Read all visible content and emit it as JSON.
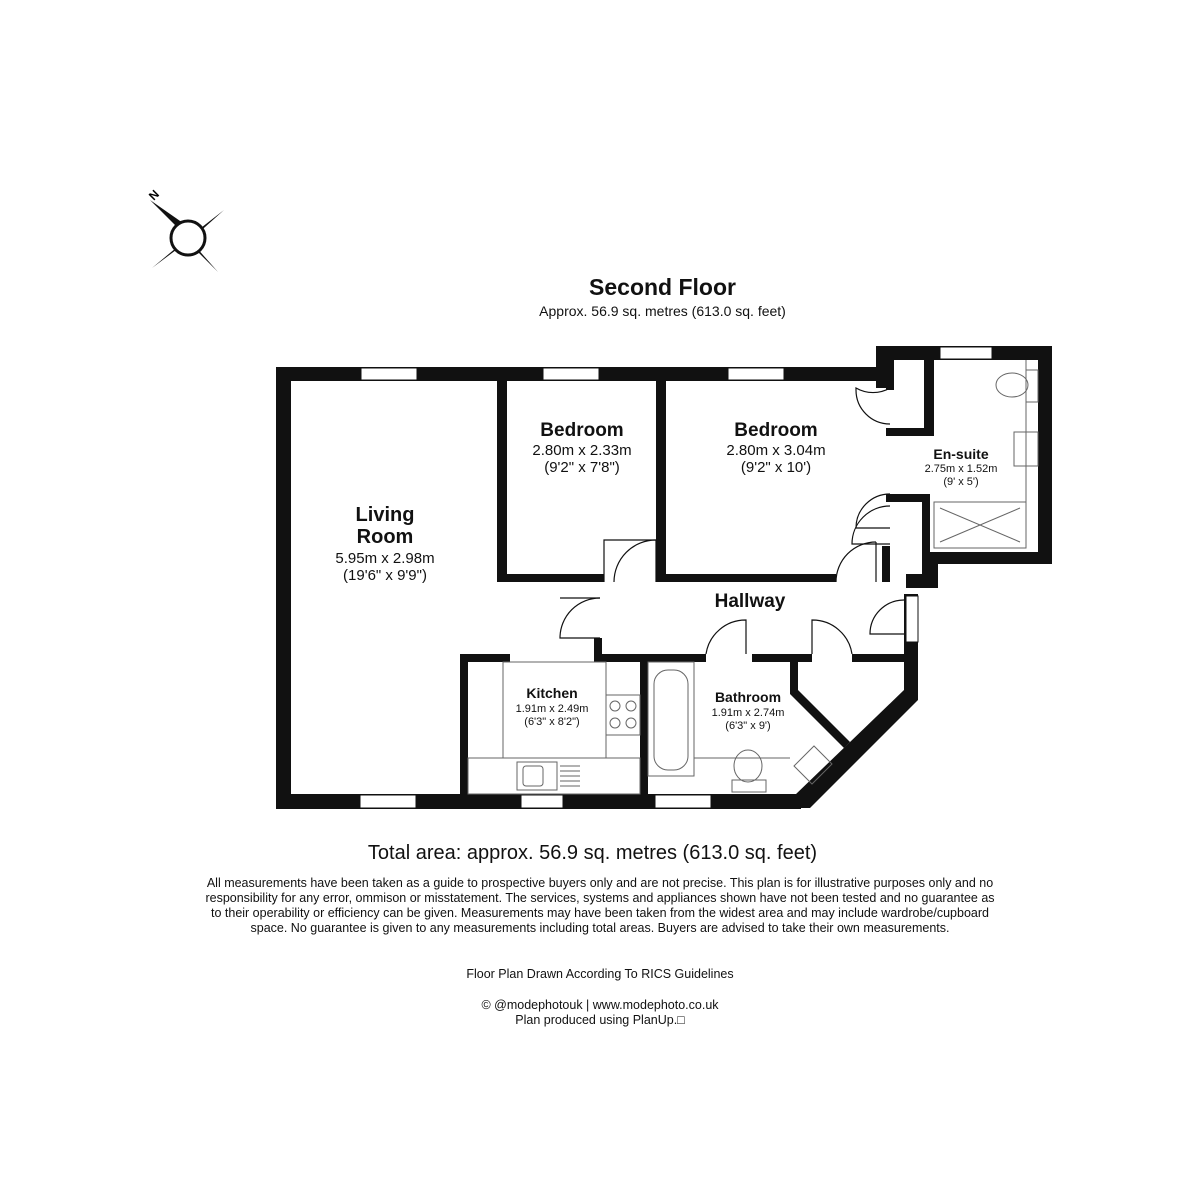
{
  "floor": {
    "title": "Second Floor",
    "area": "Approx. 56.9 sq. metres (613.0 sq. feet)"
  },
  "compass": {
    "label": "N",
    "icon": "compass-rose-icon"
  },
  "rooms": {
    "living": {
      "name_line1": "Living",
      "name_line2": "Room",
      "dim_m": "5.95m x 2.98m",
      "dim_ft": "(19'6\" x 9'9\")"
    },
    "bedroom1": {
      "name": "Bedroom",
      "dim_m": "2.80m x 2.33m",
      "dim_ft": "(9'2\" x 7'8\")"
    },
    "bedroom2": {
      "name": "Bedroom",
      "dim_m": "2.80m x 3.04m",
      "dim_ft": "(9'2\" x 10')"
    },
    "ensuite": {
      "name": "En-suite",
      "dim_m": "2.75m x 1.52m",
      "dim_ft": "(9' x 5')"
    },
    "hallway": {
      "name": "Hallway"
    },
    "kitchen": {
      "name": "Kitchen",
      "dim_m": "1.91m x 2.49m",
      "dim_ft": "(6'3\" x 8'2\")"
    },
    "bathroom": {
      "name": "Bathroom",
      "dim_m": "1.91m x 2.74m",
      "dim_ft": "(6'3\" x 9')"
    }
  },
  "footer": {
    "total": "Total area: approx. 56.9 sq. metres (613.0 sq. feet)",
    "disclaimer": "All measurements have been taken as a guide to prospective buyers only and are not precise. This plan is for illustrative purposes only and no responsibility for any error, ommison or misstatement. The services, systems and appliances shown have not been tested and no guarantee as to their operability or efficiency can be given. Measurements may have been taken from the widest area and may include wardrobe/cupboard space. No guarantee is given to any measurements including total areas. Buyers are advised to take their own measurements.",
    "rics": "Floor Plan Drawn According To RICS Guidelines",
    "credit": "© @modephotouk | www.modephoto.co.uk",
    "produced": "Plan produced using PlanUp.□"
  },
  "colors": {
    "wall": "#111111",
    "fixture": "#666666",
    "background": "#ffffff"
  }
}
